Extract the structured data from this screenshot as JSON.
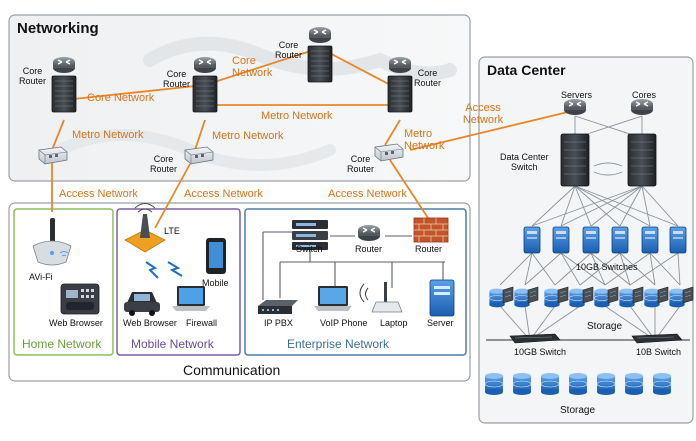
{
  "panels": {
    "networking": "Networking",
    "data_center": "Data Center",
    "communication": "Communication",
    "home": "Home Network",
    "mobile": "Mobile Network",
    "enterprise": "Enterprise Network"
  },
  "networking": {
    "core_router": "Core\nRouter",
    "core_network": "Core Network",
    "metro_network": "Metro Network",
    "access_network": "Access Network"
  },
  "data_center": {
    "servers": "Servers",
    "cores": "Cores",
    "dc_switch": "Data Center\nSwitch",
    "switches_10gb": "10GB Switches",
    "storage": "Storage",
    "switch_10gb": "10GB Switch",
    "switch_10b": "10B Switch"
  },
  "home": {
    "device": "AVi-Fi",
    "web_browser": "Web Browser"
  },
  "mobile": {
    "lte": "LTE",
    "mobile": "Mobile",
    "web_browser": "Web Browser",
    "firewall": "Firewall"
  },
  "enterprise": {
    "switch": "Switch",
    "router": "Router",
    "ip_pbx": "IP PBX",
    "voip_phone": "VoIP Phone",
    "laptop": "Laptop",
    "server": "Server"
  },
  "colors": {
    "accent": "#e8872a",
    "home": "#8bbf5a",
    "mobile": "#7a5ea8",
    "enterprise": "#4a7fa8",
    "server_blue": "#2a6fc4"
  }
}
